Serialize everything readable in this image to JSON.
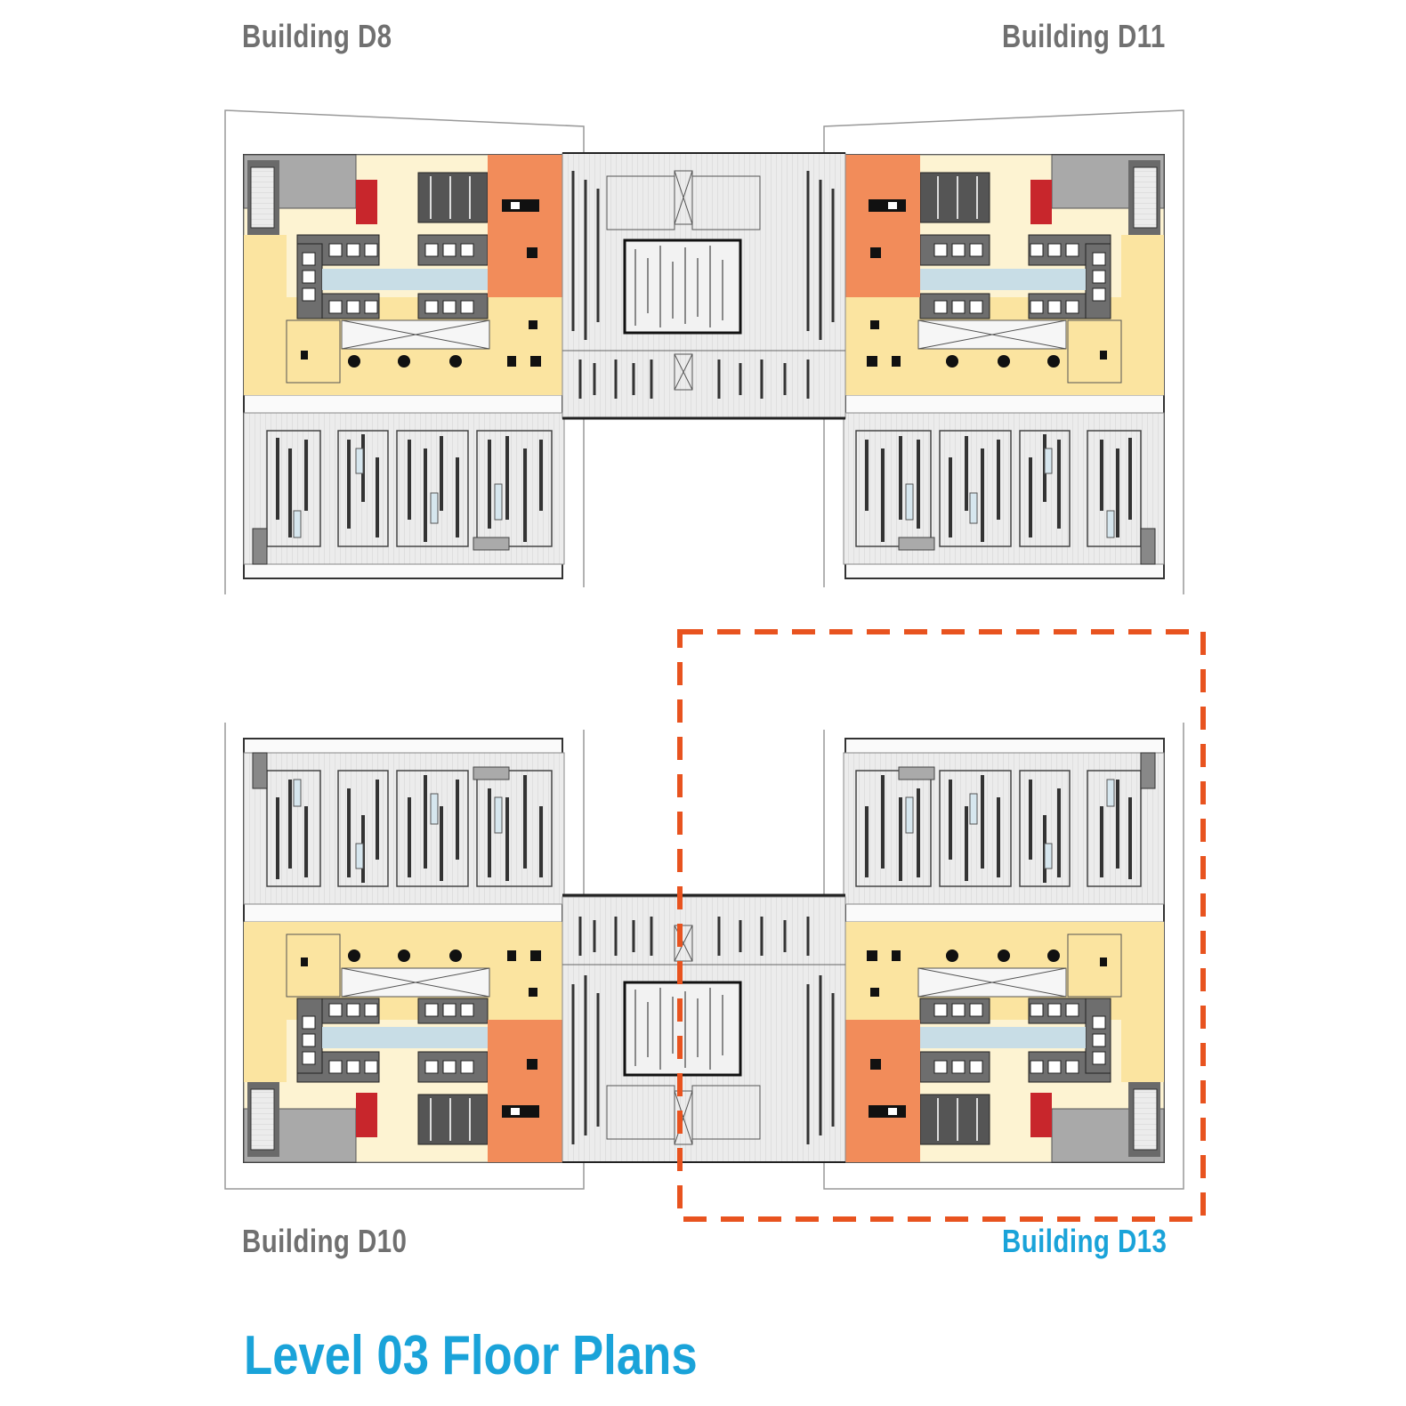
{
  "title": "Level 03 Floor Plans",
  "buildings": [
    {
      "name": "Building D8",
      "selected": false
    },
    {
      "name": "Building D11",
      "selected": false
    },
    {
      "name": "Building D10",
      "selected": false
    },
    {
      "name": "Building D13",
      "selected": true
    }
  ],
  "colors": {
    "label_gray": "#707070",
    "accent_blue": "#1aa3d9",
    "highlight_orange": "#e8531f",
    "core_orange": "#f28c5a",
    "lobby_yellow": "#fbe4a0",
    "light_yellow": "#fdf3d2",
    "fire_red": "#c8262c",
    "corridor_blue": "#c8dde6",
    "office_gray": "#e9e9e9",
    "stair_gray": "#a9a9a9"
  }
}
